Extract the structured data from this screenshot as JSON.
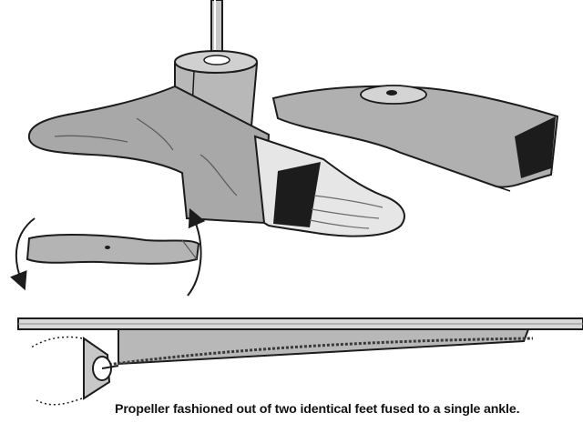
{
  "caption": "Propeller fashioned out of two identical feet fused to a single ankle.",
  "colors": {
    "ink": "#1c1c1c",
    "tone_dark": "#8c8c8c",
    "tone_mid": "#b4b4b4",
    "tone_light": "#d4d4d4",
    "background": "#ffffff"
  },
  "icons": [
    "foot-illustration",
    "rotation-arrow",
    "sole-view",
    "propeller-shaft"
  ]
}
